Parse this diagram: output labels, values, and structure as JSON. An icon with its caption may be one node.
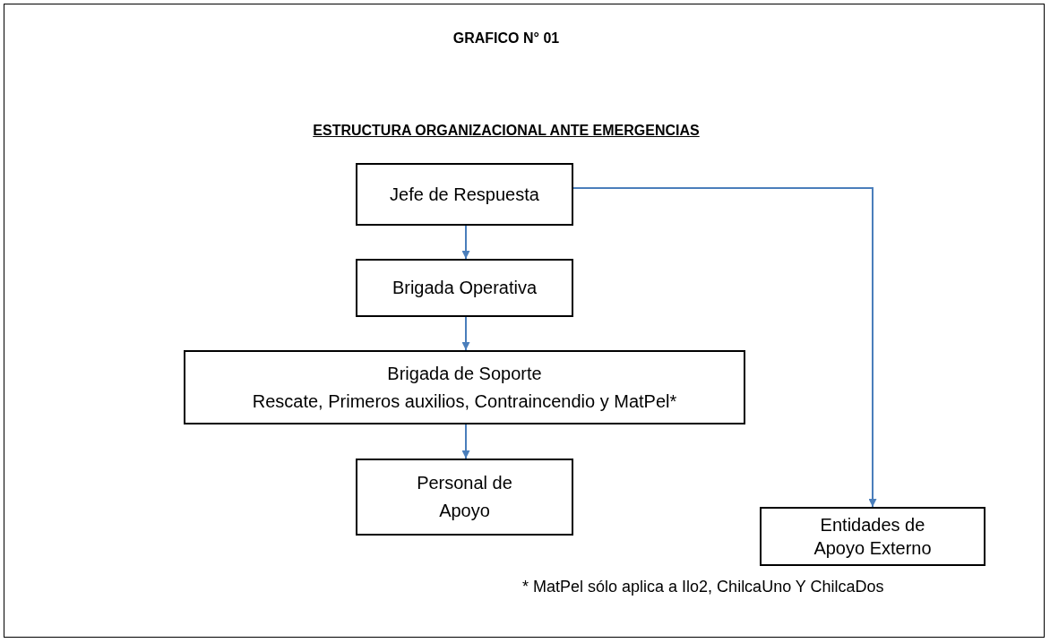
{
  "diagram": {
    "title": "GRAFICO N° 01",
    "nodes": [
      {
        "text": [
          "Jefe de Respuesta"
        ]
      },
      {
        "text": [
          "Brigada Operativa"
        ]
      },
      {
        "text": [
          "Brigada de Soporte",
          "Rescate, Primeros auxilios, Contraincendio y MatPel*"
        ]
      },
      {
        "text": [
          "Personal de Apoyo"
        ]
      },
      {
        "text": [
          "Entidades de Apoyo Externo"
        ]
      }
    ],
    "edges": [
      {
        "from": 0,
        "to": 1,
        "arrow": "to"
      },
      {
        "from": 1,
        "to": 2,
        "arrow": "to"
      },
      {
        "from": 2,
        "to": 3,
        "arrow": "to"
      },
      {
        "from": 0,
        "to": 4,
        "arrow": "to"
      }
    ],
    "labels": [
      "ESTRUCTURA ORGANIZACIONAL ANTE EMERGENCIAS",
      "* MatPel sólo aplica a Ilo2, ChilcaUno Y ChilcaDos"
    ]
  }
}
